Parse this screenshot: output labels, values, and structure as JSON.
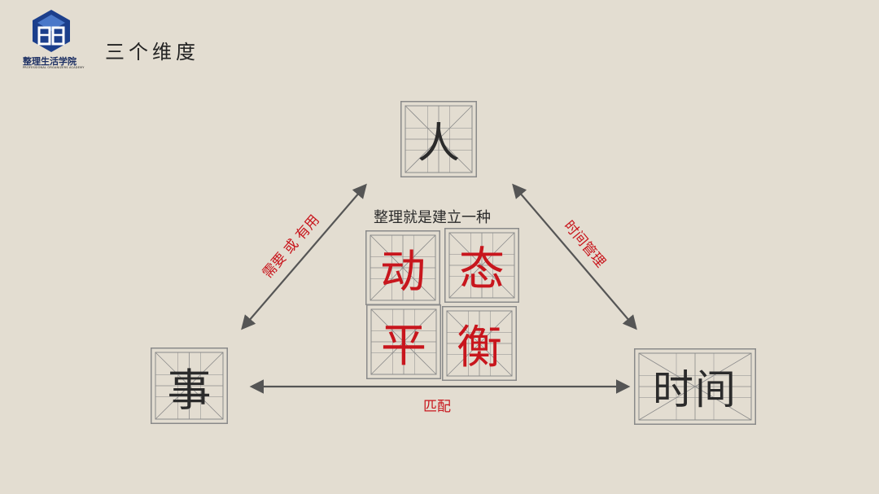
{
  "logo": {
    "name": "整理生活学院",
    "subtitle": "PROFESSIONAL ORGANIZERS ACADEMY",
    "brand_color": "#1c3f8c"
  },
  "slide": {
    "title": "三个维度"
  },
  "diagram": {
    "nodes": {
      "person": "人",
      "matter": "事",
      "time": "时间"
    },
    "center": {
      "intro": "整理就是建立一种",
      "chars": [
        "动",
        "态",
        "平",
        "衡"
      ]
    },
    "edges": {
      "person_matter": "需要 或 有用",
      "person_time": "时间管理",
      "matter_time": "匹配"
    }
  },
  "colors": {
    "background": "#e3ddd1",
    "accent_red": "#c8161d",
    "text_dark": "#2b2b2b",
    "grid_line": "#8a8a8a"
  }
}
